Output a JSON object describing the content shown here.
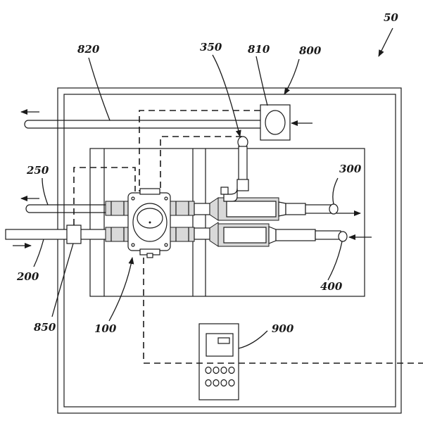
{
  "figure": {
    "labels": {
      "system": "50",
      "pipe_outlet_top": "820",
      "vent_pipe": "350",
      "controller_inner": "810",
      "controller": "800",
      "return_pipe": "250",
      "outlet_300": "300",
      "inlet_pipe": "200",
      "inlet_400": "400",
      "sensor": "850",
      "pump_unit": "100",
      "control_panel": "900"
    }
  }
}
